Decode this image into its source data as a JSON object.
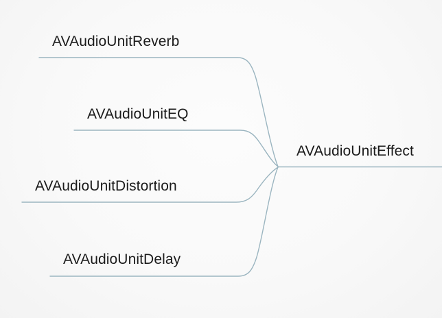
{
  "diagram": {
    "root": {
      "label": "AVAudioUnitEffect"
    },
    "children": [
      {
        "label": "AVAudioUnitReverb"
      },
      {
        "label": "AVAudioUnitEQ"
      },
      {
        "label": "AVAudioUnitDistortion"
      },
      {
        "label": "AVAudioUnitDelay"
      }
    ],
    "colors": {
      "branch": "#9bb5c0",
      "text": "#1b1b1b",
      "background": "#f9f9f9"
    }
  }
}
